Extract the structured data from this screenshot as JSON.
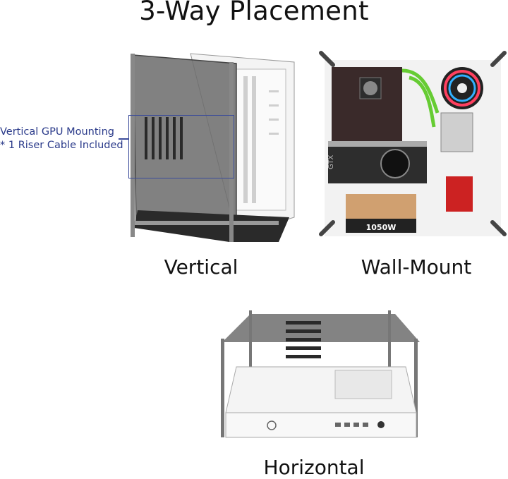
{
  "title": "3-Way Placement",
  "callout": {
    "line1": "Vertical GPU Mounting",
    "line2": "* 1 Riser Cable Included"
  },
  "labels": {
    "vertical": "Vertical",
    "wall_mount": "Wall-Mount",
    "horizontal": "Horizontal"
  },
  "wall_mount_image": {
    "psu_text": "1050W",
    "gpu_text": "GTX"
  }
}
